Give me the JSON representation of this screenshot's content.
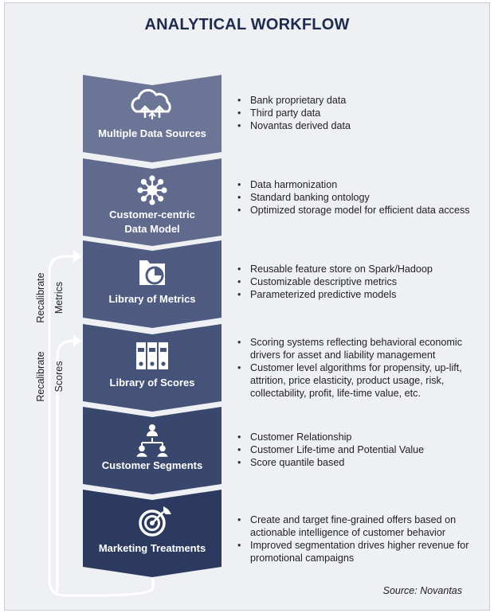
{
  "title": "ANALYTICAL WORKFLOW",
  "colors": {
    "stage_fills": [
      "#6b7595",
      "#5f6a8c",
      "#4f5b80",
      "#465378",
      "#3a476c",
      "#2c3a5f"
    ],
    "text_on_stage": "#ffffff",
    "arrow": "#ffffff",
    "title": "#1f2b4d"
  },
  "stages": [
    {
      "label": "Multiple Data Sources",
      "icon": "cloud-upload-icon",
      "bullets": [
        "Bank proprietary data",
        "Third party data",
        "Novantas derived data"
      ]
    },
    {
      "label": "Customer-centric\nData Model",
      "icon": "network-hub-icon",
      "bullets": [
        "Data harmonization",
        "Standard banking ontology",
        "Optimized storage model for efficient data access"
      ]
    },
    {
      "label": "Library of Metrics",
      "icon": "folder-chart-icon",
      "bullets": [
        "Reusable feature store on Spark/Hadoop",
        "Customizable descriptive metrics",
        "Parameterized predictive models"
      ]
    },
    {
      "label": "Library of Scores",
      "icon": "binders-icon",
      "bullets": [
        "Scoring systems reflecting behavioral economic drivers for asset and liability management",
        "Customer level algorithms for propensity, up-lift, attrition, price elasticity, product usage, risk, collectability, profit, life-time value, etc."
      ]
    },
    {
      "label": "Customer Segments",
      "icon": "org-people-icon",
      "bullets": [
        "Customer Relationship",
        "Customer Life-time and Potential Value",
        "Score quantile based"
      ]
    },
    {
      "label": "Marketing Treatments",
      "icon": "target-arrow-icon",
      "bullets": [
        "Create and target fine-grained offers based on actionable intelligence of customer behavior",
        "Improved segmentation drives higher revenue for promotional campaigns"
      ]
    }
  ],
  "loops": {
    "metrics": [
      "Recalibrate",
      "Metrics"
    ],
    "scores": [
      "Recalibrate",
      "Scores"
    ]
  },
  "source": "Source: Novantas"
}
